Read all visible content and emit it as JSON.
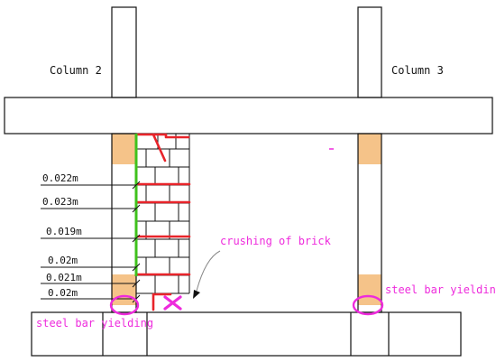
{
  "labels": {
    "column_left": "Column 2",
    "column_right": "Column 3",
    "crushing": "crushing of brick",
    "yield_left": "steel bar yielding",
    "yield_right": "steel bar yielding"
  },
  "measurements": [
    "0.022m",
    "0.023m",
    "0.019m",
    "0.02m",
    "0.021m",
    "0.02m"
  ],
  "colors": {
    "line": "#111111",
    "crack": "#e8242a",
    "green_bar": "#3fc21c",
    "magenta": "#ee2bdc",
    "hinge_fill": "#f5c389"
  }
}
